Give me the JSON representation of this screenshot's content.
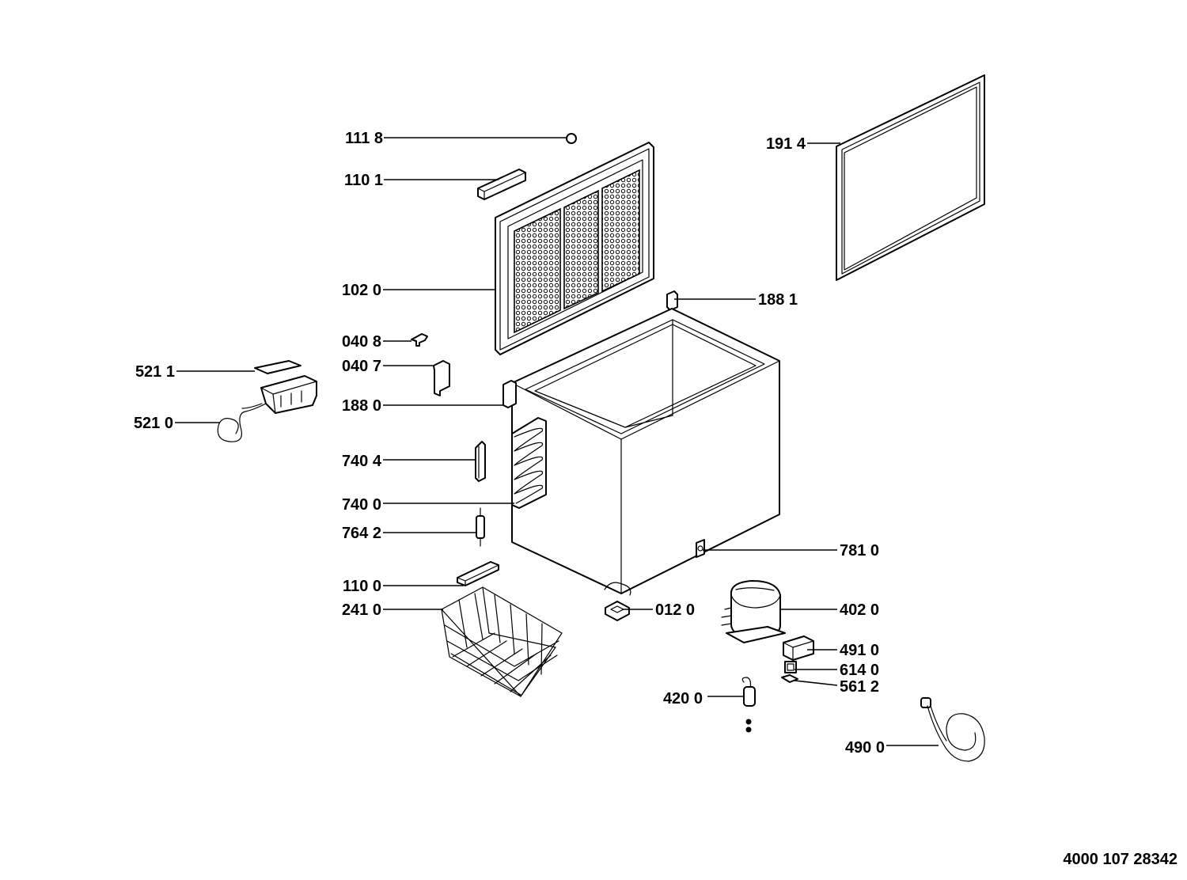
{
  "callouts": {
    "c1118": "111 8",
    "c1101": "110 1",
    "c1914": "191 4",
    "c1020": "102 0",
    "c1881": "188 1",
    "c0408": "040 8",
    "c0407": "040 7",
    "c5211": "521 1",
    "c1880": "188 0",
    "c5210": "521 0",
    "c7404": "740 4",
    "c7400": "740 0",
    "c7642": "764 2",
    "c7810": "781 0",
    "c1100": "110 0",
    "c2410": "241 0",
    "c0120": "012 0",
    "c4020": "402 0",
    "c4910": "491 0",
    "c6140": "614 0",
    "c5612": "561 2",
    "c4200": "420 0",
    "c4900": "490 0"
  },
  "document_number": "4000 107 28342"
}
